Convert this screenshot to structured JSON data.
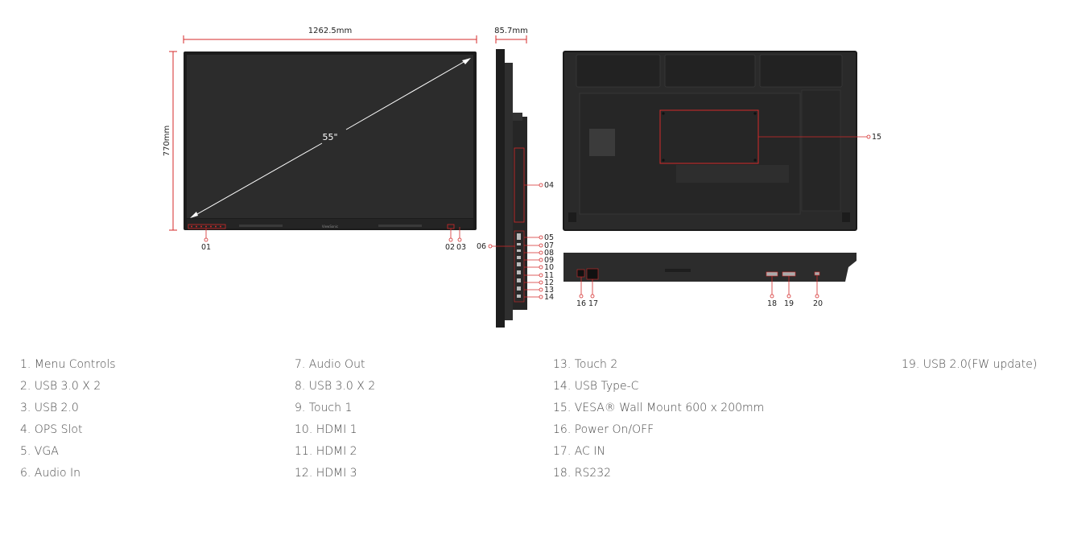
{
  "dimensions": {
    "width": "1262.5mm",
    "depth": "85.7mm",
    "height": "770mm",
    "diagonal": "55\""
  },
  "callouts": {
    "c01": "01",
    "c02": "02",
    "c03": "03",
    "c04": "04",
    "c05": "05",
    "c06": "06",
    "c07": "07",
    "c08": "08",
    "c09": "09",
    "c10": "10",
    "c11": "11",
    "c12": "12",
    "c13": "13",
    "c14": "14",
    "c15": "15",
    "c16": "16",
    "c17": "17",
    "c18": "18",
    "c19": "19",
    "c20": "20"
  },
  "logo_text": "ViewSonic",
  "colors": {
    "accent": "#d42a2a",
    "panel": "#2d2d2d",
    "frame": "#1a1a1a"
  },
  "legend": {
    "col1": [
      "1. Menu Controls",
      "2. USB 3.0 X 2",
      "3. USB 2.0",
      "4. OPS Slot",
      "5. VGA",
      "6. Audio In"
    ],
    "col2": [
      "7. Audio Out",
      "8. USB 3.0 X 2",
      "9. Touch 1",
      "10. HDMI 1",
      "11. HDMI 2",
      "12. HDMI 3"
    ],
    "col3": [
      "13. Touch 2",
      "14. USB Type-C",
      "15. VESA® Wall Mount 600 x 200mm",
      "16. Power On/OFF",
      "17. AC IN",
      "18. RS232"
    ],
    "col4": [
      "19. USB 2.0(FW update)"
    ]
  }
}
